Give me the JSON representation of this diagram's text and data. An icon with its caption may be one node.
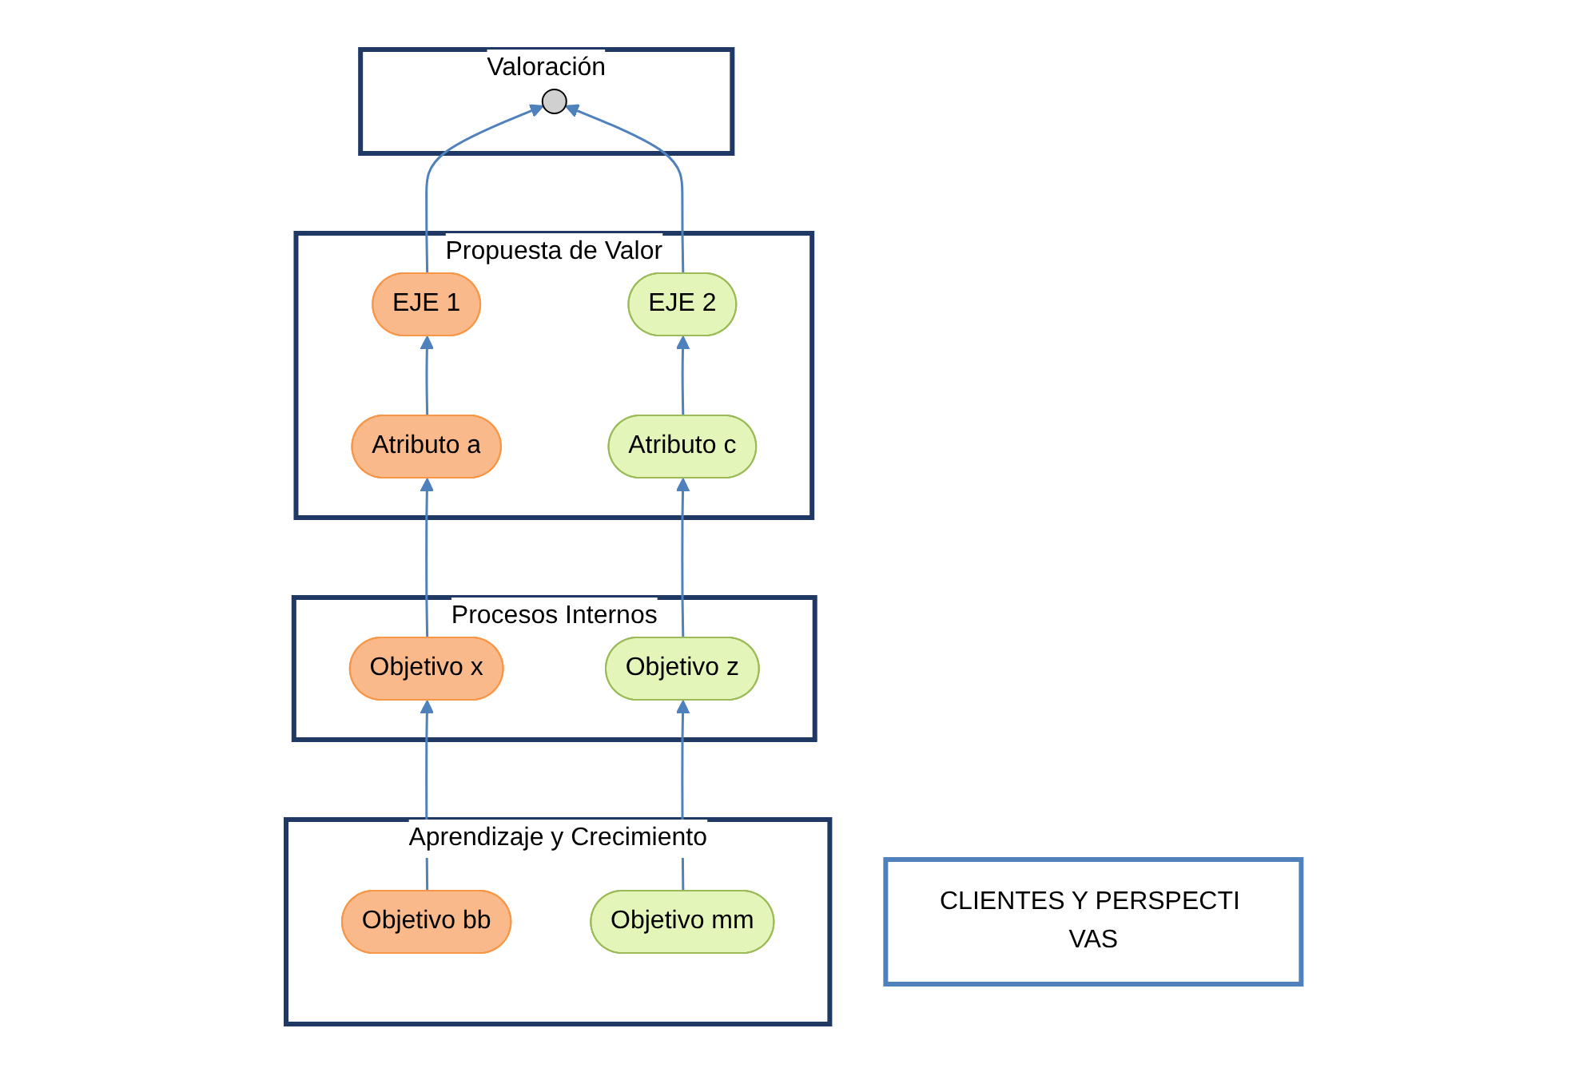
{
  "diagram": {
    "nodes": [
      {
        "text": [
          "CLIENTES Y PERSPECTI VAS"
        ]
      },
      {
        "text": [
          "Valoración"
        ]
      },
      {
        "text": [],
        "shape": "circle",
        "in": 1
      },
      {
        "text": [
          "Propuesta de Valor"
        ]
      },
      {
        "text": [
          "EJE 1"
        ],
        "in": 3
      },
      {
        "text": [
          "EJE 2"
        ],
        "in": 3
      },
      {
        "text": [
          "Atributo a"
        ],
        "in": 3
      },
      {
        "text": [
          "Atributo c"
        ],
        "in": 3
      },
      {
        "text": [
          "Procesos Internos"
        ]
      },
      {
        "text": [
          "Objetivo x"
        ],
        "in": 8
      },
      {
        "text": [
          "Objetivo z"
        ],
        "in": 8
      },
      {
        "text": [
          "Aprendizaje y Crecimiento"
        ]
      },
      {
        "text": [
          "Objetivo bb"
        ],
        "in": 11
      },
      {
        "text": [
          "Objetivo mm"
        ],
        "in": 11
      }
    ],
    "edges": [
      {
        "from": 4,
        "to": 2,
        "arrow": "to"
      },
      {
        "from": 5,
        "to": 2,
        "arrow": "to"
      },
      {
        "from": 6,
        "to": 4,
        "arrow": "to"
      },
      {
        "from": 7,
        "to": 5,
        "arrow": "to"
      },
      {
        "from": 9,
        "to": 6,
        "arrow": "to"
      },
      {
        "from": 10,
        "to": 7,
        "arrow": "to"
      },
      {
        "from": 12,
        "to": 9,
        "arrow": "to"
      },
      {
        "from": 13,
        "to": 10,
        "arrow": "to"
      }
    ]
  }
}
